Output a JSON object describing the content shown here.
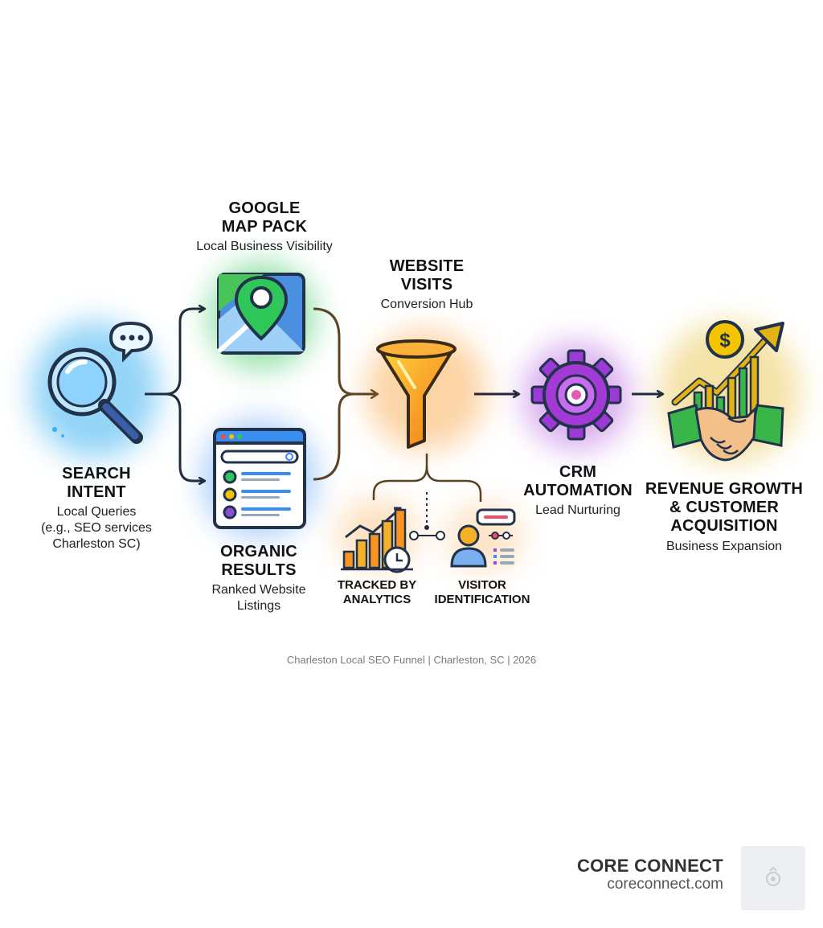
{
  "nodes": {
    "search_intent": {
      "title_line1": "SEARCH",
      "title_line2": "INTENT",
      "sub_line1": "Local Queries",
      "sub_line2": "(e.g., SEO services",
      "sub_line3": "Charleston SC)"
    },
    "map_pack": {
      "title_line1": "GOOGLE",
      "title_line2": "MAP PACK",
      "sub": "Local Business Visibility"
    },
    "organic": {
      "title_line1": "ORGANIC",
      "title_line2": "RESULTS",
      "sub_line1": "Ranked Website",
      "sub_line2": "Listings"
    },
    "website": {
      "title_line1": "WEBSITE",
      "title_line2": "VISITS",
      "sub": "Conversion Hub"
    },
    "analytics": {
      "title_line1": "TRACKED BY",
      "title_line2": "ANALYTICS"
    },
    "visitor_id": {
      "title_line1": "VISITOR",
      "title_line2": "IDENTIFICATION"
    },
    "crm": {
      "title_line1": "CRM",
      "title_line2": "AUTOMATION",
      "sub": "Lead Nurturing"
    },
    "revenue": {
      "title_line1": "REVENUE GROWTH",
      "title_line2": "& CUSTOMER",
      "title_line3": "ACQUISITION",
      "sub": "Business Expansion"
    }
  },
  "caption": "Charleston Local SEO Funnel | Charleston, SC | 2026",
  "brand": {
    "name": "CORE CONNECT",
    "url": "coreconnect.com"
  },
  "colors": {
    "search": "#3ab0f0",
    "map": "#2fc65a",
    "organic": "#3a8ef0",
    "funnel": "#f7931e",
    "crm": "#a43ad6",
    "revenue": "#e3b214",
    "connector": "#1f2d3d"
  },
  "icons": {
    "search": "magnifier-chat-icon",
    "map": "map-pin-icon",
    "organic": "browser-results-icon",
    "funnel": "funnel-icon",
    "analytics": "bar-chart-clock-icon",
    "visitor": "user-profile-icon",
    "crm": "gear-icon",
    "revenue": "handshake-growth-icon"
  }
}
